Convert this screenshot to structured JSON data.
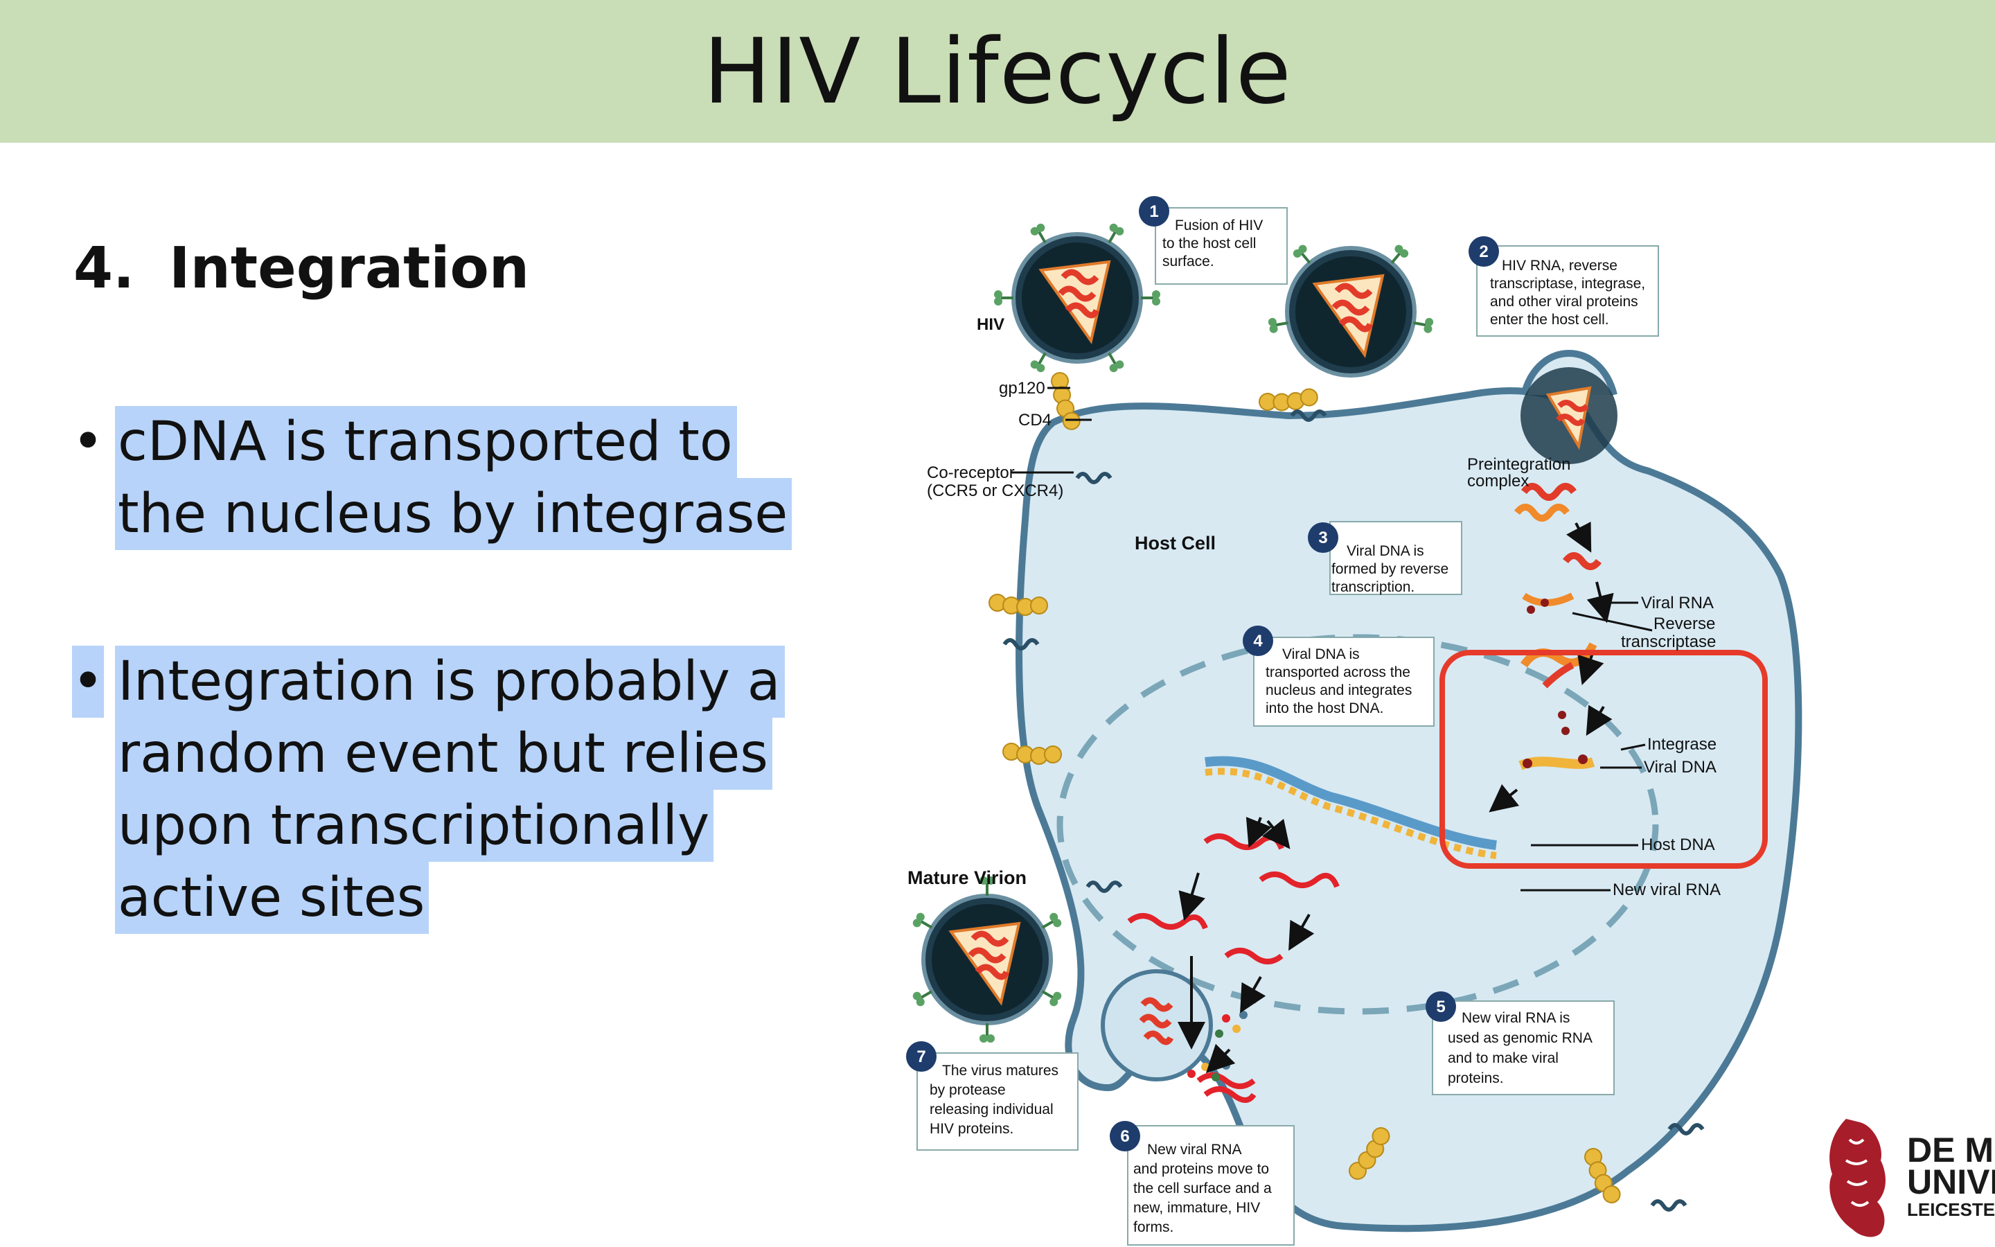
{
  "slide": {
    "title": "HIV Lifecycle",
    "section_number": "4.",
    "section_title": "Integration",
    "bullets": [
      {
        "lines": [
          "cDNA is transported to",
          "the nucleus by integrase"
        ]
      },
      {
        "lines": [
          "Integration is probably a",
          "random event but relies",
          "upon transcriptionally",
          "active sites"
        ]
      }
    ]
  },
  "diagram": {
    "labels": {
      "hiv": "HIV",
      "gp120": "gp120",
      "cd4": "CD4",
      "coreceptor1": "Co-receptor",
      "coreceptor2": "(CCR5 or CXCR4)",
      "host_cell": "Host Cell",
      "preint1": "Preintegration",
      "preint2": "complex",
      "viral_rna": "Viral RNA",
      "reverse1": "Reverse",
      "reverse2": "transcriptase",
      "integrase": "Integrase",
      "viral_dna": "Viral DNA",
      "host_dna": "Host DNA",
      "new_viral_rna": "New viral RNA",
      "mature_virion": "Mature Virion"
    },
    "steps": [
      {
        "n": "1",
        "lines": [
          "Fusion of  HIV",
          "to the host cell",
          "surface."
        ]
      },
      {
        "n": "2",
        "lines": [
          "HIV RNA, reverse",
          "transcriptase, integrase,",
          "and other viral proteins",
          "enter the host cell."
        ]
      },
      {
        "n": "3",
        "lines": [
          "Viral DNA is",
          "formed by reverse",
          "transcription."
        ]
      },
      {
        "n": "4",
        "lines": [
          "Viral DNA is",
          "transported across the",
          "nucleus and integrates",
          "into the host DNA."
        ]
      },
      {
        "n": "5",
        "lines": [
          "New viral RNA is",
          "used as genomic RNA",
          "and to make viral",
          "proteins."
        ]
      },
      {
        "n": "6",
        "lines": [
          "New viral RNA",
          "and proteins move to",
          "the cell surface and a",
          "new, immature, HIV",
          "forms."
        ]
      },
      {
        "n": "7",
        "lines": [
          "The virus matures",
          "by protease",
          "releasing individual",
          "HIV proteins."
        ]
      }
    ]
  },
  "logo": {
    "line1": "DE MONTFORT",
    "line2": "UNIVERSITY",
    "line3": "LEICESTER"
  },
  "colors": {
    "title_bar": "#c9ddb6",
    "highlight": "#b7d3f9",
    "cell": "#d8e9f2",
    "highlight_box": "#e63a2a"
  }
}
